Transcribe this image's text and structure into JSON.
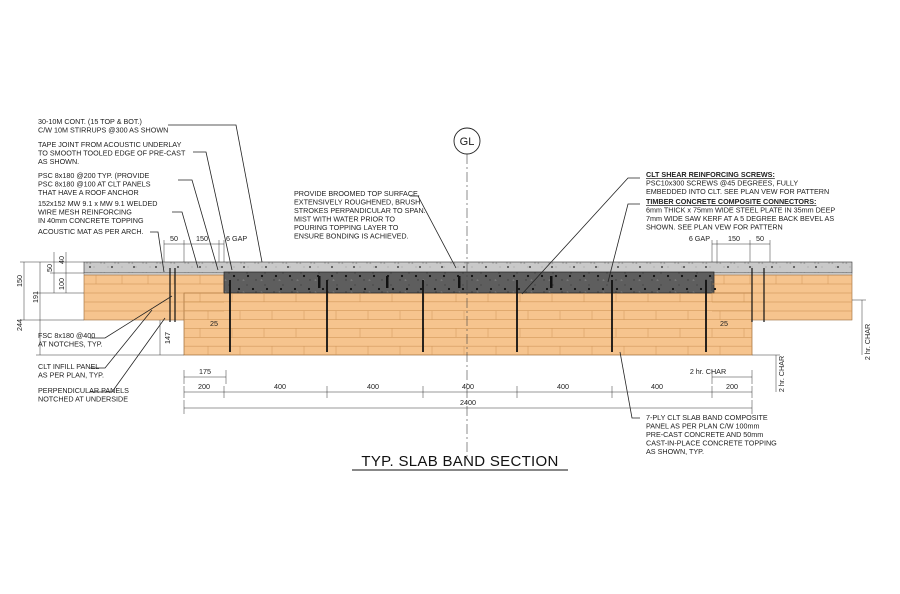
{
  "title": "TYP. SLAB BAND SECTION",
  "grid_label": "GL",
  "notes_left": [
    [
      "30-10M CONT. (15 TOP & BOT.)",
      "C/W 10M STIRRUPS @300 AS SHOWN"
    ],
    [
      "TAPE JOINT FROM ACOUSTIC UNDERLAY",
      "TO SMOOTH TOOLED EDGE OF PRE-CAST",
      "AS SHOWN."
    ],
    [
      "PSC 8x180 @200 TYP. (PROVIDE",
      "PSC 8x180 @100 AT CLT PANELS",
      "THAT HAVE A ROOF ANCHOR"
    ],
    [
      "152x152 MW 9.1 x MW 9.1 WELDED",
      "WIRE MESH REINFORCING",
      "IN 40mm CONCRETE TOPPING"
    ],
    [
      "ACOUSTIC MAT AS PER ARCH."
    ]
  ],
  "notes_left_lower": [
    [
      "FSC 8x180 @400",
      "AT NOTCHES, TYP."
    ],
    [
      "CLT INFILL PANEL",
      "AS PER PLAN, TYP."
    ],
    [
      "PERPENDICULAR PANELS",
      "NOTCHED AT UNDERSIDE"
    ]
  ],
  "note_center": [
    "PROVIDE BROOMED TOP SURFACE,",
    "EXTENSIVELY ROUGHENED, BRUSH",
    "STROKES PERPANDICULAR TO SPAN.",
    "MIST WITH WATER PRIOR TO",
    "POURING TOPPING LAYER TO",
    "ENSURE BONDING IS ACHIEVED."
  ],
  "note_shear": {
    "heading": "CLT SHEAR REINFORCING SCREWS:",
    "lines": [
      "PSC10x300 SCREWS @45 DEGREES, FULLY",
      "EMBEDDED INTO CLT. SEE PLAN VEW FOR PATTERN"
    ]
  },
  "note_connectors": {
    "heading": "TIMBER CONCRETE COMPOSITE CONNECTORS:",
    "lines": [
      "6mm THICK x 75mm WIDE STEEL PLATE IN 35mm DEEP",
      "7mm WIDE SAW KERF AT A 5 DEGREE BACK BEVEL AS",
      "SHOWN. SEE PLAN VEW FOR PATTERN"
    ]
  },
  "note_panel": [
    "7-PLY CLT SLAB BAND COMPOSITE",
    "PANEL AS PER PLAN C/W 100mm",
    "PRE-CAST CONCRETE AND 50mm",
    "CAST-IN-PLACE CONCRETE TOPPING",
    "AS SHOWN, TYP."
  ],
  "dims": {
    "top_left": [
      "50",
      "150",
      "6 GAP"
    ],
    "top_right": [
      "6 GAP",
      "150",
      "50"
    ],
    "left_vertical": [
      "40",
      "50",
      "100",
      "150",
      "191",
      "244",
      "147"
    ],
    "gap_25": "25",
    "bottom_row1": [
      "175",
      "2 hr. CHAR"
    ],
    "bottom_row2": [
      "200",
      "400",
      "400",
      "400",
      "400",
      "400",
      "200"
    ],
    "total": "2400",
    "right_char": [
      "2 hr. CHAR",
      "2 hr. CHAR"
    ]
  },
  "colors": {
    "timber": "#f6c48e",
    "timber_line": "#c98e4f",
    "concrete_top": "#c9c9c9",
    "precast": "#606060",
    "rebar": "#111111"
  }
}
